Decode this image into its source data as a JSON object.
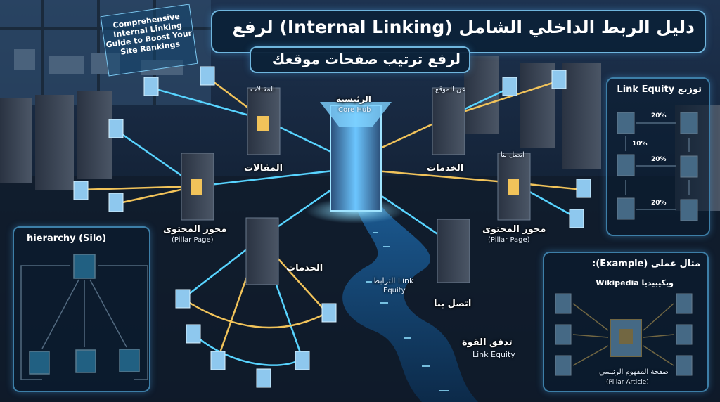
{
  "header": {
    "title": "دليل الربط الداخلي الشامل (Internal Linking) لرفع",
    "subtitle": "لرفع ترتيب صفحات موقعك",
    "english_sign": [
      "Comprehensive",
      "Internal Linking",
      "Guide to Boost Your",
      "Site Rankings"
    ]
  },
  "hub": {
    "label_ar": "الرئيسية",
    "label_en": "Core Hub"
  },
  "nodes": {
    "articles_top": "المقالات",
    "articles_mid": "المقالات",
    "about_top": "عن الموقع",
    "services_right": "الخدمات",
    "contact_top": "اتصل بنا",
    "pillar_left_ar": "محور المحتوى",
    "pillar_left_en": "(Pillar Page)",
    "pillar_right_ar": "محور المحتوى",
    "pillar_right_en": "(Pillar Page)",
    "services_bottom": "الخدمات",
    "contact_bottom": "اتصل بنا",
    "link_equity_ar": "الترابط Link",
    "link_equity_en": "Equity",
    "flow_ar": "تدفق القوة",
    "flow_en": "Link Equity"
  },
  "silo_panel": {
    "title": "hierarchy (Silo)"
  },
  "equity_panel": {
    "title": "توزيع Link Equity",
    "percentages": [
      "20%",
      "10%",
      "20%",
      "20%"
    ]
  },
  "example_panel": {
    "title": "مثال عملي (Example):",
    "source": "ويكيبيديا Wikipedia",
    "center_ar": "صفحة المفهوم الرئيسي",
    "center_en": "(Pillar Article)"
  },
  "colors": {
    "background": "#0b1424",
    "link_gold": "#f1c35a",
    "link_cyan": "#58d4ff",
    "panel_border": "#3d7fa8",
    "doc_fill": "#8ec8ee"
  }
}
